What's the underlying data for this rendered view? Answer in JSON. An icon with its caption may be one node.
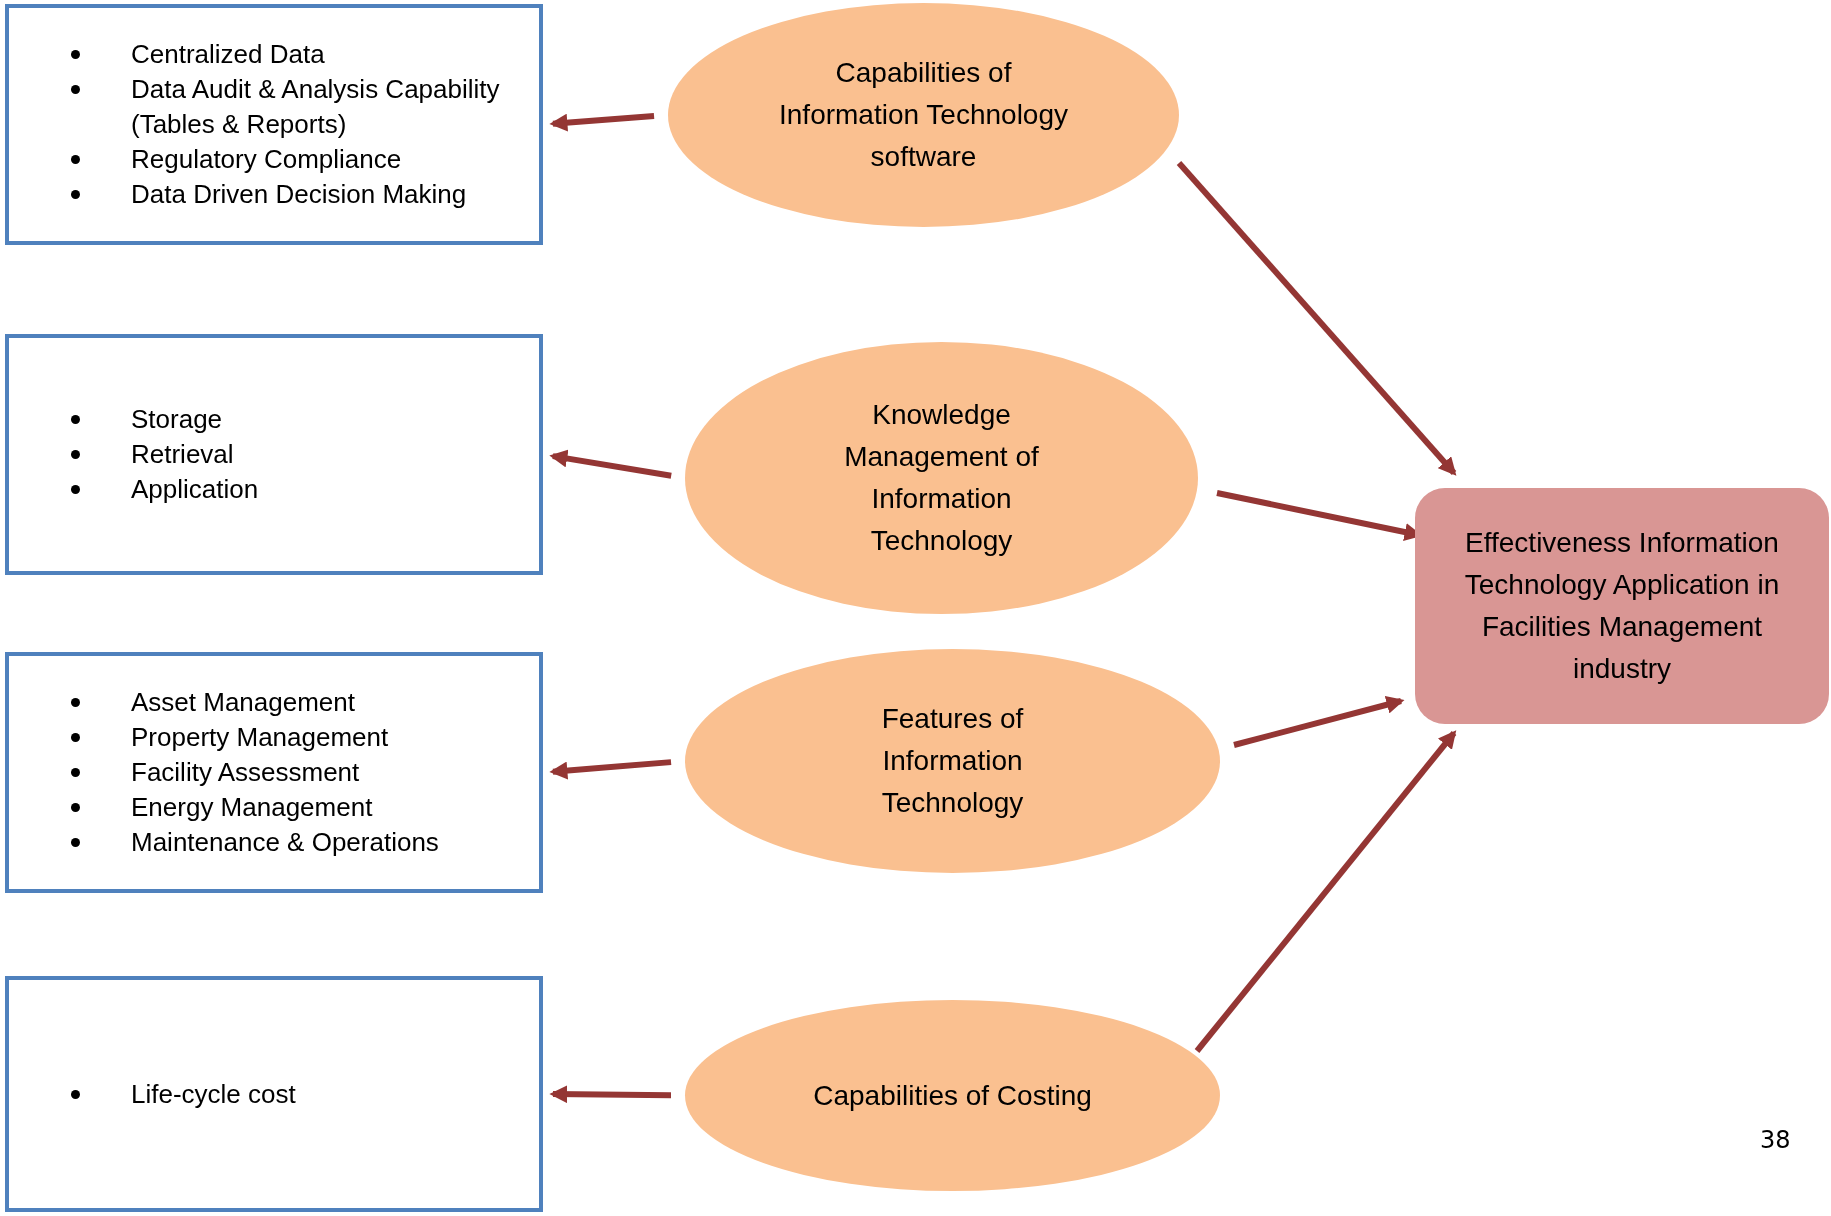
{
  "diagram": {
    "nodes": [
      {
        "text": [
          "Centralized Data",
          "Data Audit & Analysis Capability (Tables & Reports)",
          "Regulatory Compliance",
          "Data Driven Decision Making"
        ]
      },
      {
        "text": [
          "Capabilities of Information Technology software"
        ]
      },
      {
        "text": [
          "Storage",
          "Retrieval",
          "Application"
        ]
      },
      {
        "text": [
          "Knowledge Management of Information Technology"
        ]
      },
      {
        "text": [
          "Asset Management",
          "Property Management",
          "Facility Assessment",
          "Energy Management",
          "Maintenance & Operations"
        ]
      },
      {
        "text": [
          "Features of Information Technology"
        ]
      },
      {
        "text": [
          "Life-cycle cost"
        ]
      },
      {
        "text": [
          "Capabilities of Costing"
        ]
      },
      {
        "text": [
          "Effectiveness Information Technology Application in Facilities Management industry"
        ]
      }
    ],
    "edges": [
      {
        "from": 1,
        "to": 0,
        "arrow": "to"
      },
      {
        "from": 3,
        "to": 2,
        "arrow": "to"
      },
      {
        "from": 5,
        "to": 4,
        "arrow": "to"
      },
      {
        "from": 7,
        "to": 6,
        "arrow": "to"
      },
      {
        "from": 1,
        "to": 8,
        "arrow": "to"
      },
      {
        "from": 3,
        "to": 8,
        "arrow": "to"
      },
      {
        "from": 5,
        "to": 8,
        "arrow": "to"
      },
      {
        "from": 7,
        "to": 8,
        "arrow": "to"
      }
    ],
    "labels": [
      "38"
    ]
  }
}
